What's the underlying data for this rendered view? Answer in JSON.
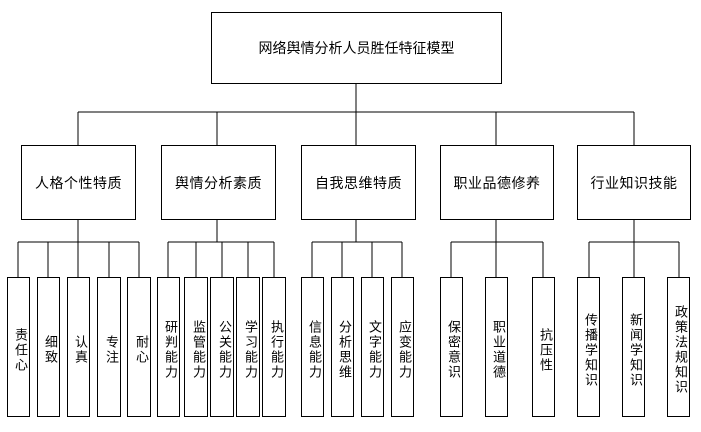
{
  "root": {
    "label": "网络舆情分析人员胜任特征模型"
  },
  "categories": [
    {
      "label": "人格个性特质",
      "items": [
        "责任心",
        "细致",
        "认真",
        "专注",
        "耐心"
      ]
    },
    {
      "label": "舆情分析素质",
      "items": [
        "研判能力",
        "监管能力",
        "公关能力",
        "学习能力",
        "执行能力"
      ]
    },
    {
      "label": "自我思维特质",
      "items": [
        "信息能力",
        "分析思维",
        "文字能力",
        "应变能力"
      ]
    },
    {
      "label": "职业品德修养",
      "items": [
        "保密意识",
        "职业道德",
        "抗压性"
      ]
    },
    {
      "label": "行业知识技能",
      "items": [
        "传播学知识",
        "新闻学知识",
        "政策法规知识"
      ]
    }
  ]
}
